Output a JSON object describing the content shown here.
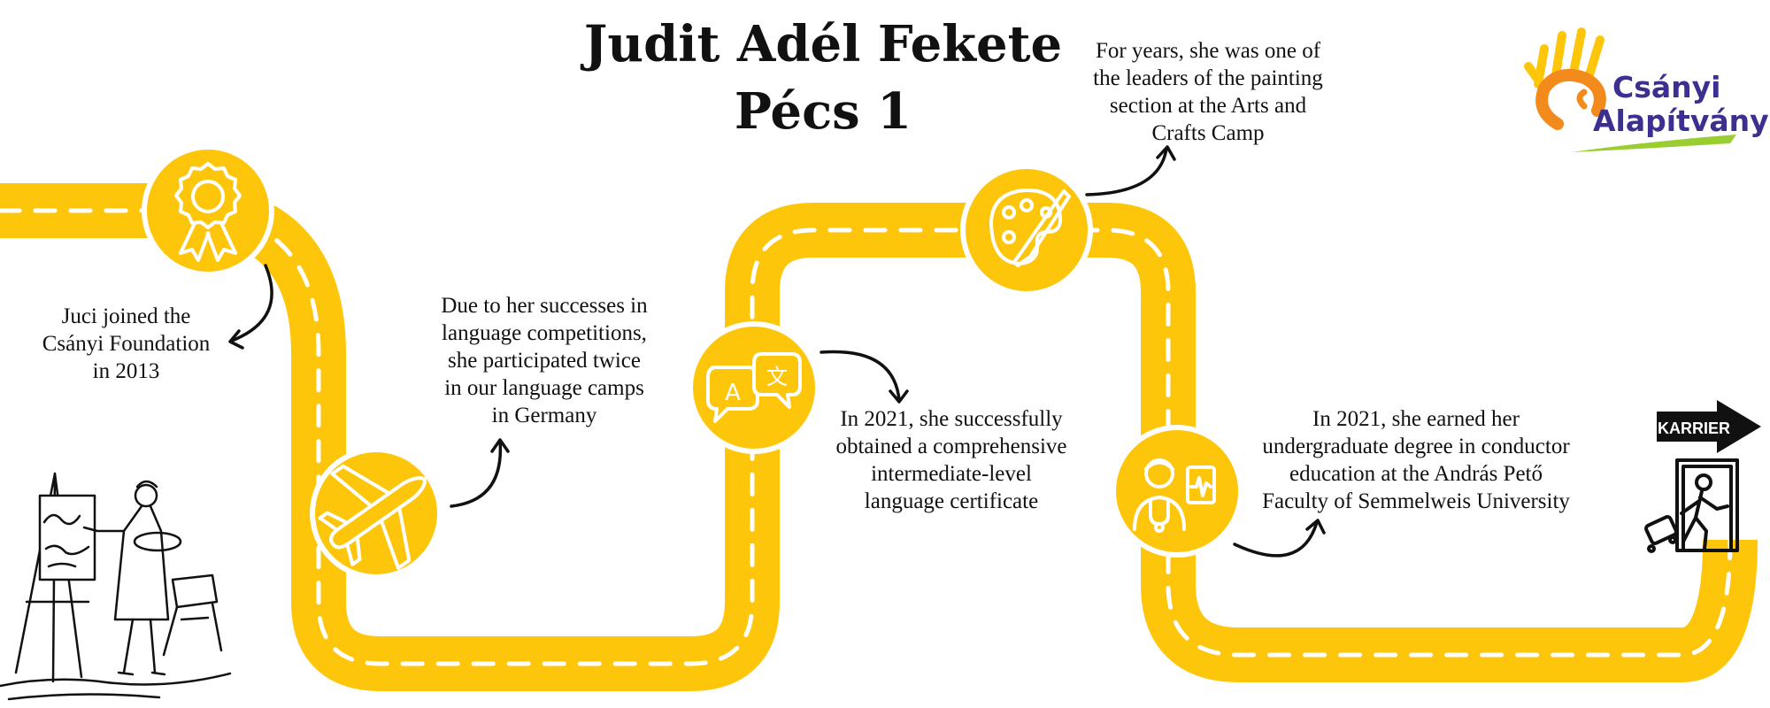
{
  "title": {
    "line1": "Judit Adél Fekete",
    "line2": "Pécs 1"
  },
  "logo": {
    "line1": "Csányi",
    "line2": "Alapítvány"
  },
  "colors": {
    "road": "#fec60b",
    "dash": "#ffffff",
    "ink": "#111111",
    "logo_orange": "#f28a1c",
    "logo_yellow": "#fec60b",
    "logo_purple": "#3b2f8f",
    "logo_green": "#9acd32"
  },
  "milestones": [
    {
      "icon": "award-ribbon-icon",
      "text": [
        "Juci joined the",
        "Csányi Foundation",
        "in 2013"
      ]
    },
    {
      "icon": "airplane-icon",
      "text": [
        "Due to her successes in",
        "language competitions,",
        "she participated twice",
        "in our language camps",
        "in Germany"
      ]
    },
    {
      "icon": "translate-icon",
      "text": [
        "In 2021, she successfully",
        "obtained a comprehensive",
        "intermediate-level",
        "language certificate"
      ]
    },
    {
      "icon": "palette-icon",
      "text": [
        "For years, she was one of",
        "the leaders of the painting",
        "section at the Arts and",
        "Crafts Camp"
      ]
    },
    {
      "icon": "doctor-icon",
      "text": [
        "In 2021, she earned her",
        "undergraduate degree in conductor",
        "education at the András Pető",
        "Faculty of Semmelweis University"
      ]
    }
  ],
  "exit": {
    "label": "KARRIER",
    "icon": "exit-door-icon"
  },
  "illustration": {
    "icon": "painter-at-easel-icon"
  },
  "icons": {
    "translate_a": "A",
    "translate_b": "文"
  }
}
